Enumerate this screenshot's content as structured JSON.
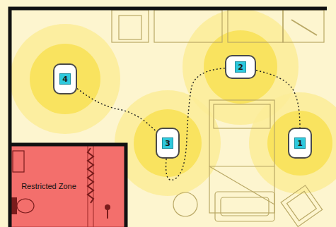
{
  "diagram": {
    "nodes": [
      {
        "text": [
          "2"
        ]
      },
      {
        "text": [
          "4"
        ]
      },
      {
        "text": [
          "3"
        ]
      },
      {
        "text": [
          "1"
        ]
      },
      {
        "text": [
          "Restricted Zone"
        ]
      }
    ],
    "edges": [
      {
        "from": 1,
        "to": 2,
        "arrow": "none"
      },
      {
        "from": 2,
        "to": 0,
        "arrow": "none"
      },
      {
        "from": 0,
        "to": 3,
        "arrow": "none"
      }
    ]
  }
}
